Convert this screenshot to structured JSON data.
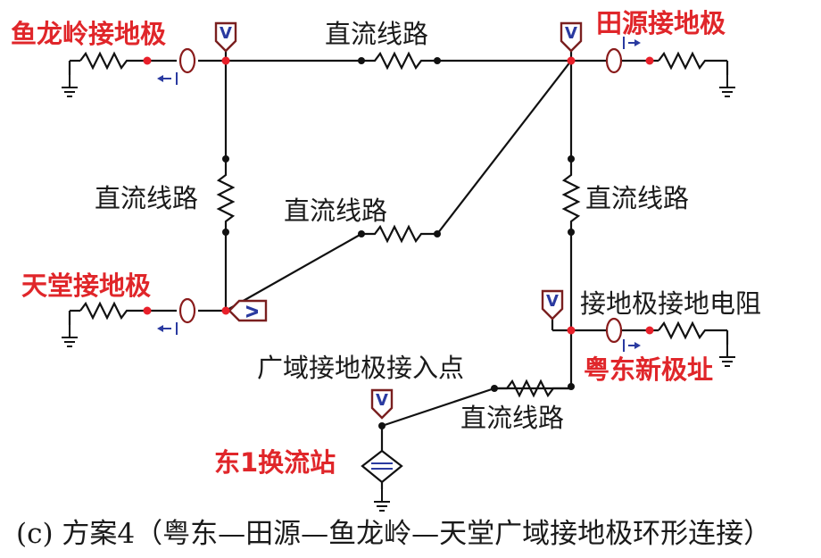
{
  "labels": {
    "yulongling": "鱼龙岭接地极",
    "tianyuan": "田源接地极",
    "tiantang": "天堂接地极",
    "yuedong_site": "粤东新极址",
    "ground_resistance": "接地极接地电阻",
    "wide_area_point": "广域接地极接入点",
    "converter_station": "东1换流站",
    "dc_line": "直流线路"
  },
  "caption": "(c) 方案4（粤东—田源—鱼龙岭—天堂广域接地极环形连接）",
  "meter_symbol": "V",
  "colors": {
    "red_label": "#e0262a",
    "wire": "#111111",
    "meter_border": "#7a1f1f",
    "arrow": "#2a3aa0"
  }
}
